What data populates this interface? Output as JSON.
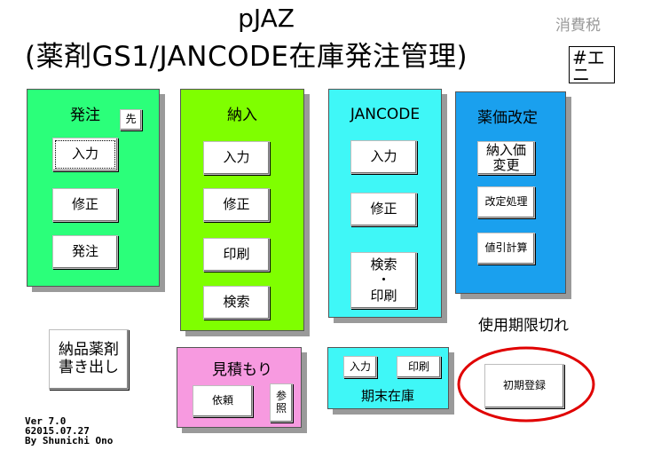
{
  "header": {
    "title_line1": "pJAZ",
    "title_line2": "(薬剤GS1/JANCODE在庫発注管理)",
    "tax_label": "消費税",
    "hash_box_text": "#エ\nニ"
  },
  "panels": {
    "order": {
      "label": "発注",
      "saki": "先",
      "input": "入力",
      "edit": "修正",
      "order": "発注",
      "color": "#2bff7a"
    },
    "delivery": {
      "label": "納入",
      "input": "入力",
      "edit": "修正",
      "print": "印刷",
      "search": "検索",
      "color": "#7fff00"
    },
    "jancode": {
      "label": "JANCODE",
      "input": "入力",
      "edit": "修正",
      "search_print": "検索\n・\n印刷",
      "color": "#3ff7f7"
    },
    "price_revision": {
      "label": "薬価改定",
      "delivery_price": "納入価\n変更",
      "revise": "改定処理",
      "discount": "値引計算",
      "color": "#1aa0ee"
    },
    "estimate": {
      "label": "見積もり",
      "request": "依頼",
      "reference": "参\n照",
      "color": "#f79ae0"
    },
    "period_end": {
      "label": "期末在庫",
      "input": "入力",
      "print": "印刷",
      "color": "#3ff7f7"
    }
  },
  "export_button": "納品薬剤\n書き出し",
  "expiry_label": "使用期限切れ",
  "initial_register": "初期登録",
  "version": {
    "line1": "Ver 7.0",
    "line2": "62015.07.27",
    "line3": "By Shunichi Ono"
  },
  "highlight_color": "#e00000"
}
